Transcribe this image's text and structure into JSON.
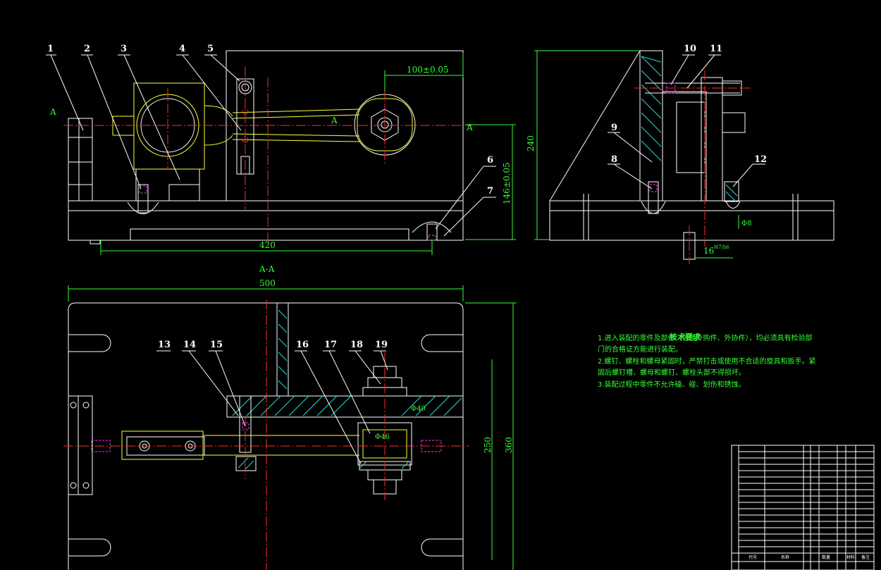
{
  "colors": {
    "background": "#000000",
    "outline": "#ffffff",
    "part": "#ffff33",
    "centerline": "#ff2a2a",
    "dimension": "#33ff33",
    "hatch": "#22dddd",
    "hidden": "#ff33ff"
  },
  "part_labels": [
    "1",
    "2",
    "3",
    "4",
    "5",
    "6",
    "7",
    "8",
    "9",
    "10",
    "11",
    "12",
    "13",
    "14",
    "15",
    "16",
    "17",
    "18",
    "19"
  ],
  "dimensions": {
    "d_100": "100±0.05",
    "d_146": "146±0.05",
    "d_240": "240",
    "d_420": "420",
    "d_500": "500",
    "d_250": "250",
    "d_360": "360",
    "d_16": "16",
    "d_16_fit": "H7/h6",
    "phi_a": "Φ8",
    "phi_b": "Φ40",
    "phi_c": "Φ46"
  },
  "section": {
    "marker": "A",
    "title": "A-A"
  },
  "tech_requirements": {
    "title": "技术要求",
    "lines": [
      "1.进入装配的零件及部件（包括外购件、外协件），均必须具有检验部",
      "门的合格证方能进行装配。",
      "2.螺钉、螺栓和螺母紧固时，严禁打击或使用不合适的旋具和扳手。紧",
      "固后螺钉槽、螺母和螺钉、螺栓头部不得损坏。",
      "3.装配过程中零件不允许磕、碰、划伤和锈蚀。"
    ]
  },
  "title_block": {
    "col_code": "代号",
    "col_name": "名称",
    "col_qty": "数量",
    "col_mat": "材料",
    "col_remark": "备注"
  }
}
